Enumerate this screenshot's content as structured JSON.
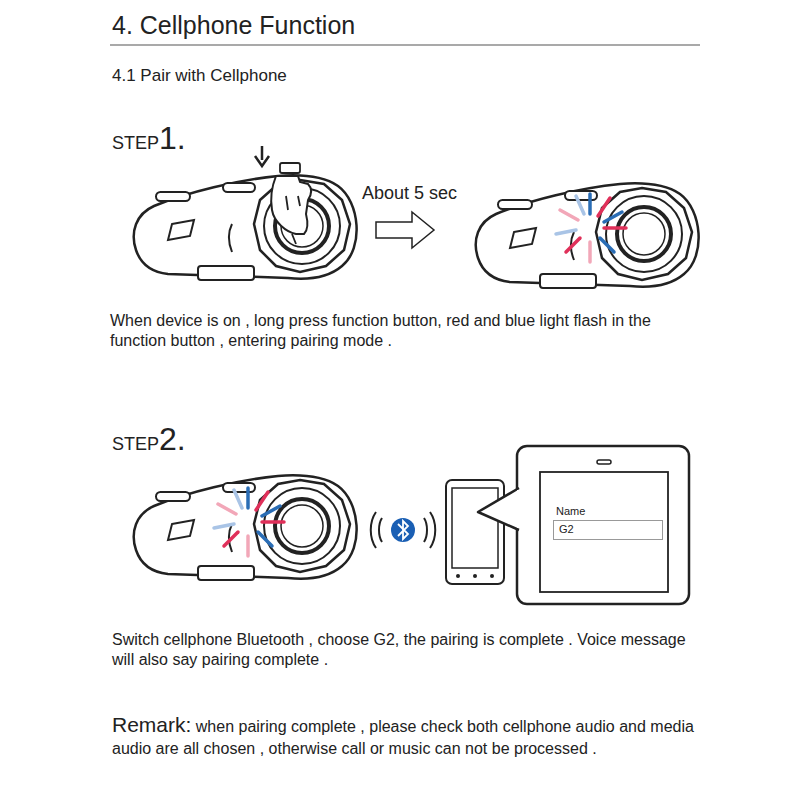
{
  "diagram": {
    "title": "4. Cellphone Function",
    "nodes": [
      {
        "text": [
          "Name",
          "G2"
        ]
      }
    ],
    "labels": [
      "4.1 Pair with Cellphone",
      "STEP",
      "1.",
      "About 5 sec",
      "When device is on , long press function button, red and blue light flash in the function button , entering pairing mode .",
      "STEP",
      "2.",
      "Switch cellphone Bluetooth , choose G2, the pairing is complete . Voice message will also say pairing complete .",
      "Remark:",
      "when pairing complete , please check both cellphone audio and media audio are all chosen , otherwise call or music can not be processed ."
    ]
  }
}
